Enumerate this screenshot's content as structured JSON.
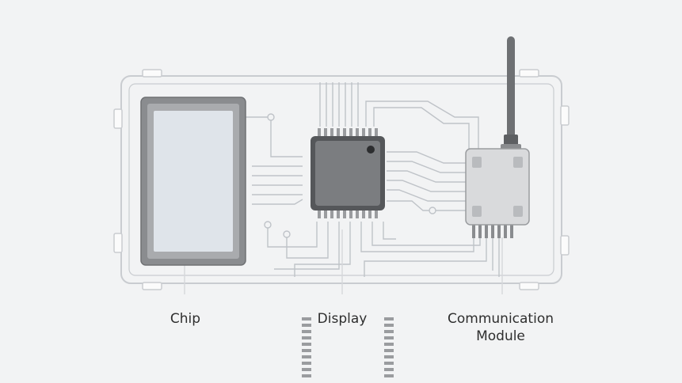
{
  "labels": {
    "chip": "Chip",
    "display": "Display",
    "communication_module": "Communication Module"
  },
  "colors": {
    "background": "#f2f3f4",
    "outline": "#c9ccd0",
    "trace": "#bfc3c8",
    "chip_body": "#7b7d80",
    "chip_edge": "#55575a",
    "screen": "#dfe4ea",
    "screen_frame": "#8a8c8f",
    "module_body": "#d9dadc",
    "antenna": "#6e7073"
  }
}
